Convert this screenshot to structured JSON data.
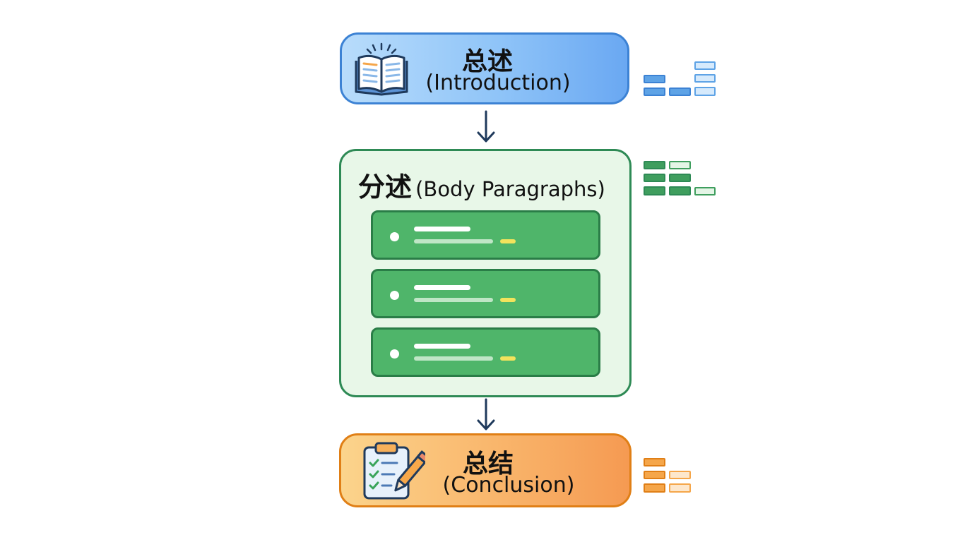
{
  "sections": {
    "intro": {
      "title_zh": "总述",
      "title_en": "(Introduction)"
    },
    "body": {
      "title_zh": "分述",
      "title_en": "(Body Paragraphs)"
    },
    "conclusion": {
      "title_zh": "总结",
      "title_en": "(Conclusion)"
    }
  },
  "colors": {
    "intro": "#3c82d4",
    "body": "#2e8a55",
    "conclusion": "#e07f16",
    "arrow": "#1f3a5c"
  },
  "icons": {
    "intro": "open-book-icon",
    "conclusion": "clipboard-checklist-pencil-icon"
  }
}
